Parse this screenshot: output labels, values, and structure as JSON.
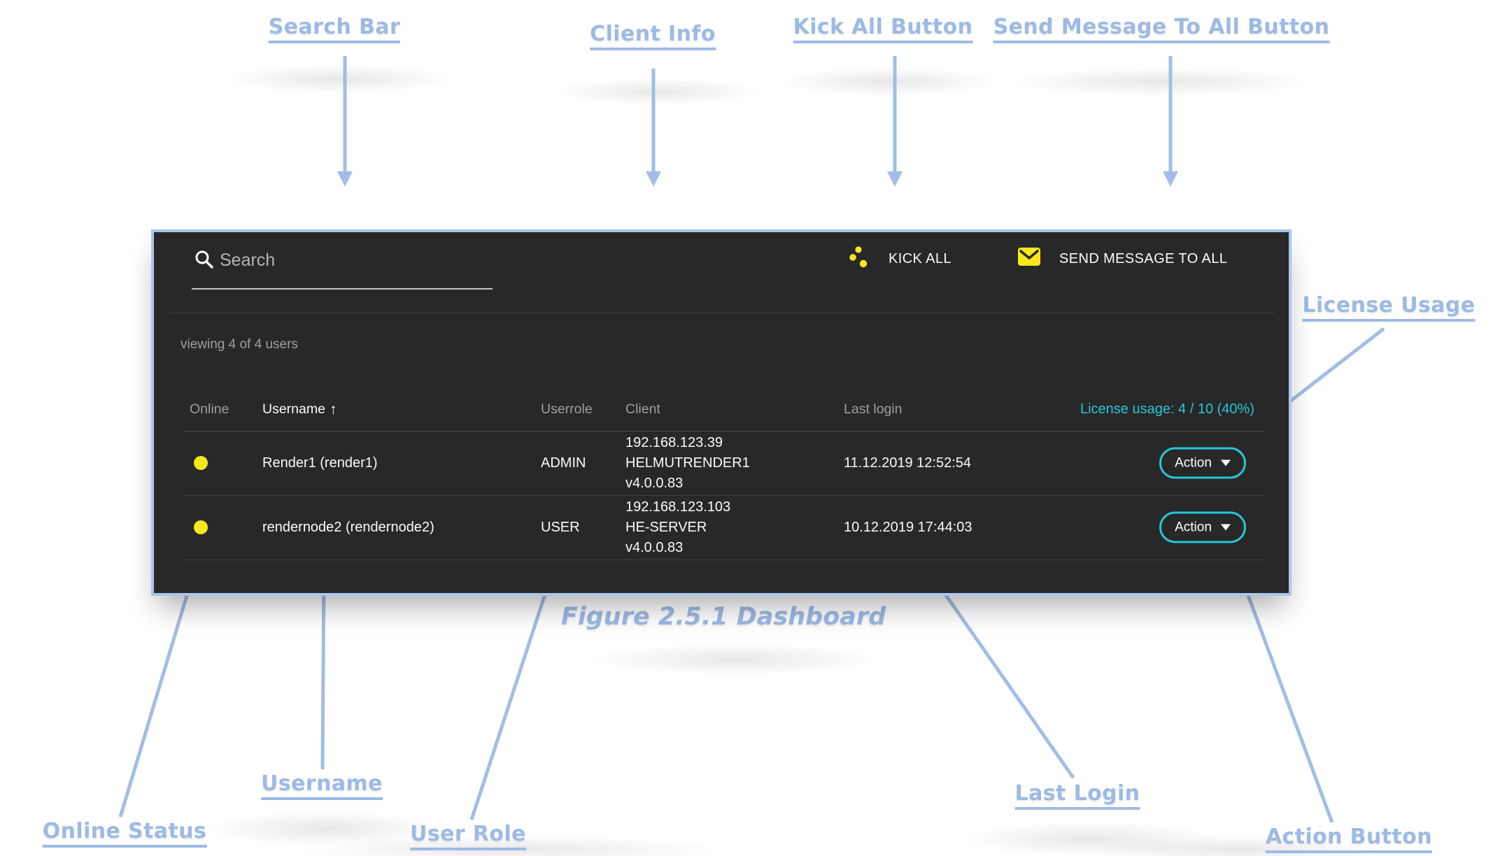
{
  "annotations": {
    "search_bar": "Search Bar",
    "client_info": "Client Info",
    "kick_all": "Kick All Button",
    "send_message": "Send Message To All Button",
    "license_usage": "License Usage",
    "online_status": "Online Status",
    "username": "Username",
    "user_role": "User Role",
    "last_login": "Last Login",
    "action_button": "Action Button",
    "figure_caption": "Figure 2.5.1 Dashboard"
  },
  "dashboard": {
    "search": {
      "placeholder": "Search"
    },
    "toolbar": {
      "kick_all_label": "KICK ALL",
      "send_message_label": "SEND MESSAGE TO ALL"
    },
    "status_line": "viewing 4 of 4 users",
    "license_usage": "License usage: 4 / 10 (40%)",
    "table": {
      "headers": {
        "online": "Online",
        "username": "Username",
        "userrole": "Userrole",
        "client": "Client",
        "last_login": "Last login"
      },
      "sort": {
        "column": "Username",
        "direction": "ascending",
        "glyph": "↑"
      },
      "rows": [
        {
          "online": "online",
          "username": "Render1 (render1)",
          "userrole": "ADMIN",
          "client_ip": "192.168.123.39",
          "client_host": "HELMUTRENDER1",
          "client_version": "v4.0.0.83",
          "last_login": "11.12.2019 12:52:54",
          "action_label": "Action"
        },
        {
          "online": "online",
          "username": "rendernode2 (rendernode2)",
          "userrole": "USER",
          "client_ip": "192.168.123.103",
          "client_host": "HE-SERVER",
          "client_version": "v4.0.0.83",
          "last_login": "10.12.2019 17:44:03",
          "action_label": "Action"
        }
      ]
    }
  },
  "icons": {
    "search": "search-icon",
    "kick_all": "kick-dots-icon",
    "send_message": "mail-icon",
    "sort": "sort-ascending-icon",
    "online": "online-dot-icon",
    "action_dropdown": "chevron-down-icon"
  },
  "colors": {
    "annotation_blue": "#9dbae5",
    "panel_border": "#a9c6ea",
    "panel_background": "#282828",
    "accent_cyan": "#26c6da",
    "accent_yellow": "#f8e71c",
    "text_muted": "#9e9e9e",
    "text_light": "#fafafa"
  }
}
